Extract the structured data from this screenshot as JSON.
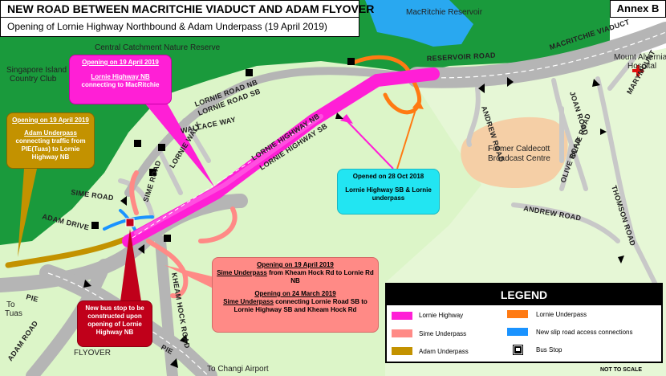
{
  "title": "NEW ROAD BETWEEN MACRITCHIE VIADUCT AND ADAM FLYOVER",
  "subtitle": "Opening of Lornie Highway Northbound & Adam Underpass (19 April 2019)",
  "annex": "Annex B",
  "places": {
    "reservoir": "MacRitchie Reservoir",
    "nature_reserve": "Central Catchment Nature Reserve",
    "country_club_line1": "Singapore Island",
    "country_club_line2": "Country Club",
    "hospital_line1": "Mount Alvernia",
    "hospital_line2": "Hospital",
    "caldecott_line1": "Former Caldecott",
    "caldecott_line2": "Broadcast Centre",
    "tuas_line1": "To",
    "tuas_line2": "Tuas",
    "changi": "To Changi Airport",
    "adam_flyover_line1": "ADAM",
    "adam_flyover_line2": "FLYOVER"
  },
  "roads": {
    "macritchie_viaduct": "MACRITCHIE VIADUCT",
    "reservoir_road": "RESERVOIR ROAD",
    "lornie_nb": "LORNIE ROAD NB",
    "lornie_sb": "LORNIE ROAD SB",
    "lornie_hwy_nb": "LORNIE HIGHWAY NB",
    "lornie_hwy_sb": "LORNIE HIGHWAY SB",
    "sime_road": "SIME ROAD",
    "sime_road_2": "SIME ROAD",
    "adam_drive": "ADAM DRIVE",
    "adam_road": "ADAM ROAD",
    "pie_west": "PIE",
    "pie_east": "PIE",
    "kheam_hock": "KHEAM HOCK ROAD",
    "thomson": "THOMSON ROAD",
    "andrew_road_1": "ANDREW ROAD",
    "andrew_road_2": "ANDREW ROAD",
    "olive_road": "OLIVE ROAD",
    "joan_road": "JOAN ROAD",
    "olive_road_2": "OLIVE ROAD",
    "marymount": "MARYMOUNT",
    "wallace_way": "WALLACE WAY",
    "lornie_walk": "LORNIE WALK"
  },
  "callouts": {
    "magenta_heading": "Opening on 19 April 2019",
    "magenta_body_u": "Lornie Highway NB",
    "magenta_body": " connecting to MacRitchie",
    "gold_heading": "Opening on 19 April 2019",
    "gold_body_u": "Adam Underpass",
    "gold_body_u2": " connecting traffic from PIE(Tuas) to Lornie Highway NB",
    "cyan_heading": "Opened on 28 Oct 2018",
    "cyan_body": "Lornie Highway SB & Lornie underpass",
    "salmon_heading1": "Opening on 19 April 2019",
    "salmon_body1_u": "Sime Underpass",
    "salmon_body1": " from Kheam Hock Rd to Lornie Rd NB",
    "salmon_heading2": "Opening on 24 March 2019",
    "salmon_body2_u": "Sime Underpass",
    "salmon_body2": " connecting Lornie Road SB to Lornie Highway SB and Kheam Hock Rd",
    "red": "New bus stop to be constructed upon opening of Lornie Highway NB"
  },
  "legend": {
    "title": "LEGEND",
    "items": [
      {
        "label": "Lornie Highway",
        "color": "#ff1fd6"
      },
      {
        "label": "Lornie Underpass",
        "color": "#ff7a12"
      },
      {
        "label": "Sime Underpass",
        "color": "#ff8a86"
      },
      {
        "label": "New slip road access connections",
        "color": "#1a93ff"
      },
      {
        "label": "Adam Underpass",
        "color": "#c39200"
      },
      {
        "label": "Bus Stop",
        "icon": "bus-stop-icon"
      }
    ]
  },
  "note": "NOT TO SCALE",
  "colors": {
    "forest": "#1a9a3c",
    "parkland": "#dcf5c8",
    "reservoir": "#29a8f0",
    "road": "#b5b5b5",
    "site": "#f5cfa6"
  }
}
